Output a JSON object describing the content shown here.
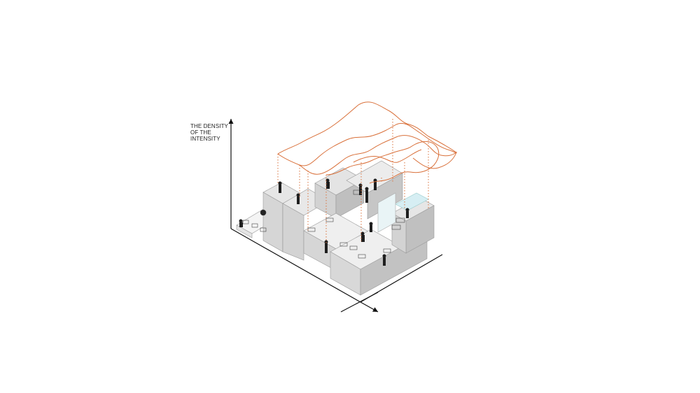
{
  "diagram": {
    "axis_label_lines": [
      "THE DENSITY",
      "OF THE",
      "INTENSITY"
    ],
    "colors": {
      "intensity_curve": "#d9703a",
      "axis": "#111111",
      "block_top": "#e6e6e6",
      "block_left": "#d0d0d0",
      "block_right": "#bdbdbd",
      "glass": "#cfe9ef"
    },
    "intensity_layers": 4,
    "figure_icon": "person-figure-icon",
    "furniture_icon": "table-chair-icon"
  }
}
